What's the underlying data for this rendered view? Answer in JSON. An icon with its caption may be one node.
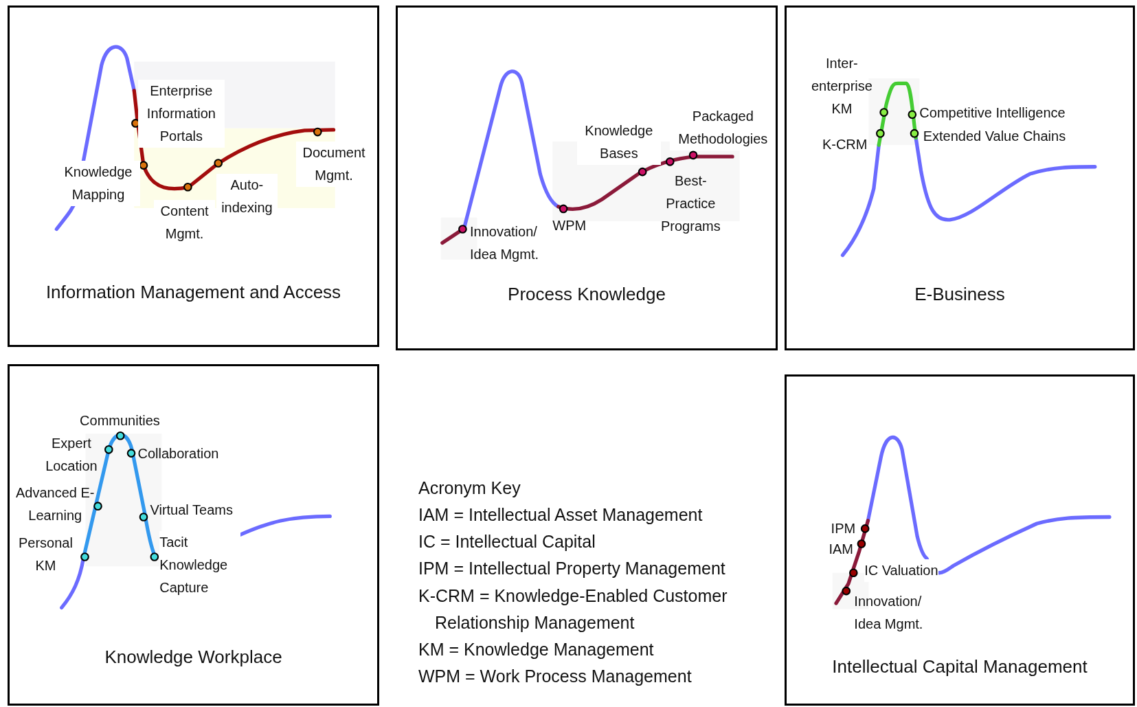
{
  "diagram": {
    "nodes": [
      {
        "text": [
          "Information Management and Access"
        ]
      },
      {
        "text": [
          "Process Knowledge"
        ]
      },
      {
        "text": [
          "E-Business"
        ]
      },
      {
        "text": [
          "Knowledge Workplace"
        ]
      },
      {
        "text": [
          "Intellectual Capital Management"
        ]
      }
    ],
    "labels": [
      "Enterprise Information Portals",
      "Knowledge Mapping",
      "Content Mgmt.",
      "Auto- indexing",
      "Document Mgmt.",
      "Knowledge Bases",
      "Packaged Methodologies",
      "Innovation/ Idea Mgmt.",
      "WPM",
      "Best- Practice Programs",
      "Inter- enterprise KM",
      "K-CRM",
      "Competitive Intelligence",
      "Extended Value Chains",
      "Communities",
      "Expert Location",
      "Collaboration",
      "Advanced E-Learning",
      "Virtual Teams",
      "Personal KM",
      "Tacit Knowledge Capture",
      "IPM",
      "IAM",
      "IC Valuation",
      "Innovation/ Idea Mgmt.",
      "Acronym Key",
      "IAM = Intellectual Asset Management",
      "IC = Intellectual Capital",
      "IPM = Intellectual Property Management",
      "K-CRM = Knowledge-Enabled Customer Relationship Management",
      "KM = Knowledge Management",
      "WPM = Work Process Management"
    ]
  }
}
